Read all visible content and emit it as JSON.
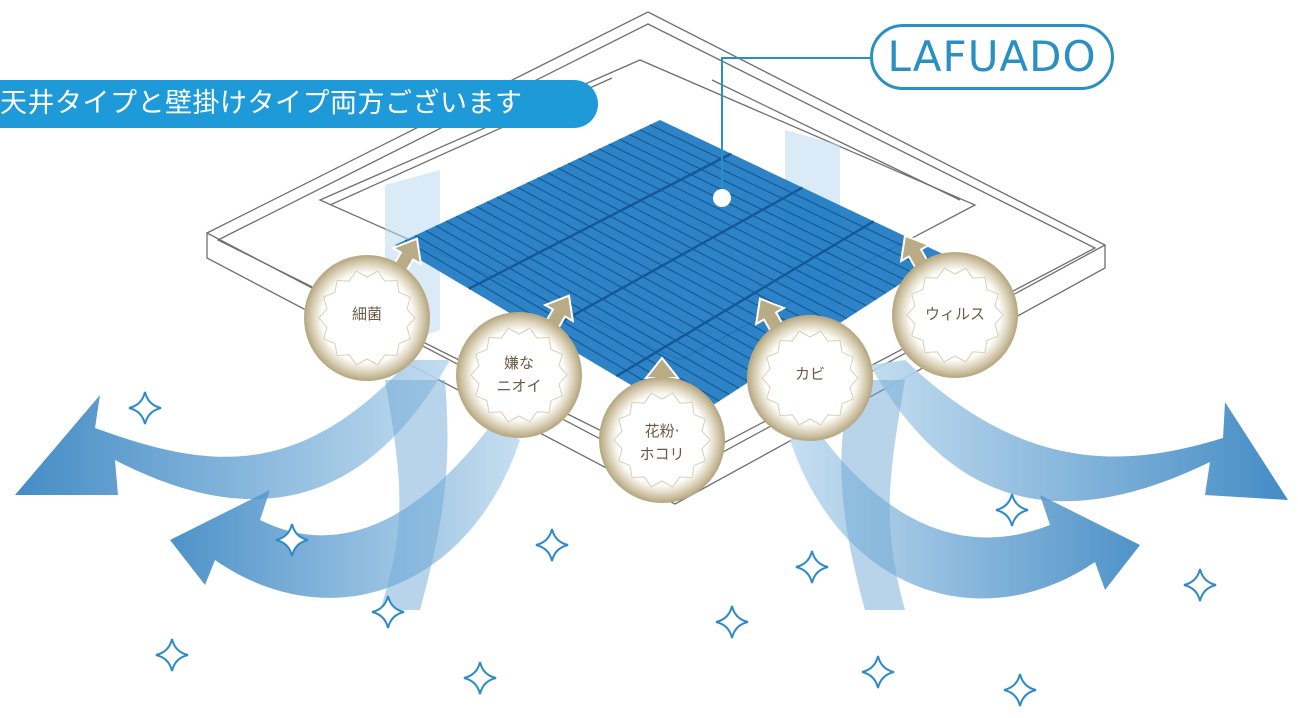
{
  "banner": {
    "text": "天井タイプと壁掛けタイプ両方ございます"
  },
  "logo": {
    "text": "LAFUADO"
  },
  "targets": [
    {
      "id": "bacteria",
      "label": "細菌"
    },
    {
      "id": "odor",
      "label": "嫌な\nニオイ"
    },
    {
      "id": "pollen",
      "label": "花粉·\nホコリ"
    },
    {
      "id": "mold",
      "label": "カビ"
    },
    {
      "id": "virus",
      "label": "ウィルス"
    }
  ],
  "colors": {
    "banner": "#1f9ad9",
    "logo": "#2a8fc2",
    "filter": "#1a6fb8",
    "airflow": "#5aa3d2",
    "badge_ring": "#c4b896",
    "badge_text": "#6b5a45"
  },
  "icons": [
    "arrow-up-right-icon",
    "sparkle-icon"
  ]
}
